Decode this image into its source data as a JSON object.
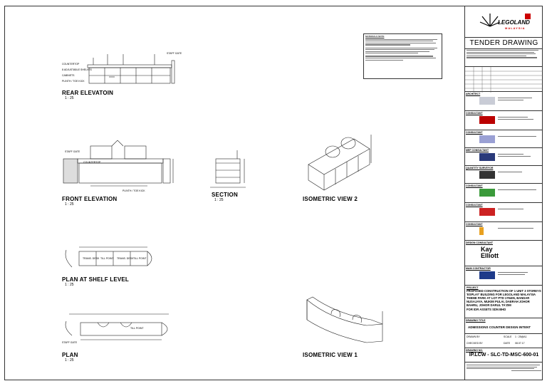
{
  "views": {
    "rear_elevation": {
      "title": "REAR ELEVATOIN",
      "scale": "1 : 25"
    },
    "front_elevation": {
      "title": "FRONT ELEVATION",
      "scale": "1 : 25"
    },
    "section": {
      "title": "SECTION",
      "scale": "1 : 25"
    },
    "isometric_2": {
      "title": "ISOMETRIC VIEW 2"
    },
    "plan_shelf": {
      "title": "PLAN AT SHELF LEVEL",
      "scale": "1 : 25"
    },
    "plan": {
      "title": "PLAN",
      "scale": "1 : 25"
    },
    "isometric_1": {
      "title": "ISOMETRIC VIEW 1"
    }
  },
  "annotations": {
    "rear_staff_gate": "STAFF GATE",
    "rear_countertop": "COUNTERTOP",
    "rear_shelves": "8 ADJUSTABLE SHELVES",
    "rear_cabinets": "CABINETS",
    "rear_plinth": "PLINTH / TOE KICK",
    "front_staff_gate": "STAFF GATE",
    "front_countertop": "COUNTERTOP",
    "front_plinth": "PLINTH / TOE KICK",
    "shelf_1": "TRANS. DESK",
    "shelf_2": "TILL POINT",
    "shelf_3": "TRANS. DESK",
    "shelf_4": "TILL POINT",
    "plan_till": "TILL POINT",
    "plan_staff_gate": "STAFF GATE"
  },
  "materials_title": "MATERIALS NOTE",
  "title_block": {
    "logo_text": "LEGOLAND",
    "logo_sub": "MALAYSIA",
    "tender": "TENDER DRAWING",
    "sections": [
      "ARCHITECT",
      "CONSULTANT",
      "CONSULTANT",
      "MEP CONSULTANT",
      "QUANTITY SURVEYOR",
      "CONSULTANT",
      "CONSULTANT",
      "CONSULTANT",
      "DESIGN CONSULTANT",
      "MAIN CONTRACTOR"
    ],
    "mark_kay": "Kay",
    "mark_elliott": "Elliott",
    "project_label": "PROJECT",
    "project": "PROPOSED CONSTRUCTION OF 1 UNIT 3 STOREYS 'ESPLAY' BUILDING FOR LEGOLAND MALAYSIA THEME PARK AT LOT PTD 179405, BANDAR NUSAJAYA, MUKIM PULAI, DAERAH JOHOR BAHRU, JOHOR DARUL TA'ZIM",
    "client": "FOR IDR ASSETS SDN BHD",
    "drawing_title_label": "DRAWING TITLE",
    "drawing_title": "ADMISSIONS COUNTER DESIGN INTENT",
    "drawn_by_label": "DRAWN BY",
    "scale_label": "SCALE",
    "scale_value": "1 : 25@A1",
    "checked_label": "CHECKED BY",
    "date_label": "DATE",
    "date_value": "08.07.17",
    "dwg_no_label": "DRAWING NO.",
    "dwg_no": "IP.LCW - SLC-TD-MSC-600-01"
  }
}
